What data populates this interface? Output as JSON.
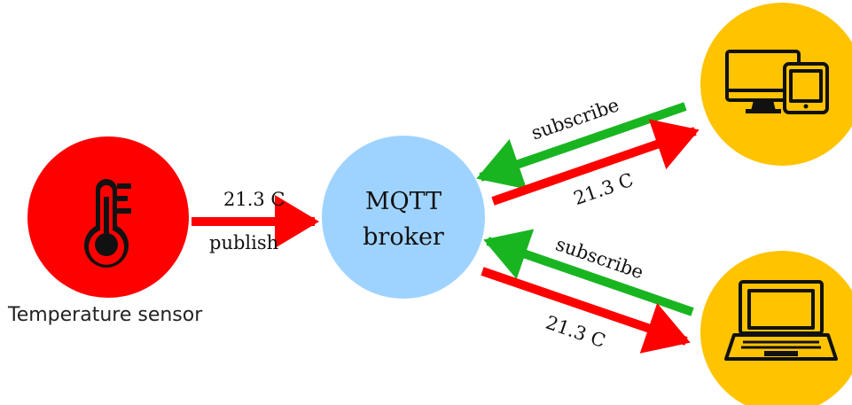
{
  "sensor": {
    "label": "Temperature sensor",
    "icon": "thermometer-icon",
    "color": "#ff0000"
  },
  "broker": {
    "line1": "MQTT",
    "line2": "broker",
    "color": "#9fd3ff"
  },
  "publish": {
    "value": "21.3 C",
    "action": "publish"
  },
  "client_top": {
    "icon": "desktop-and-tablet-icon",
    "subscribe_label": "subscribe",
    "value": "21.3 C"
  },
  "client_bottom": {
    "icon": "laptop-icon",
    "subscribe_label": "subscribe",
    "value": "21.3 C"
  },
  "colors": {
    "publish_arrow": "#ff0000",
    "subscribe_arrow": "#19b521",
    "client": "#ffc300",
    "icon_stroke": "#111111"
  }
}
